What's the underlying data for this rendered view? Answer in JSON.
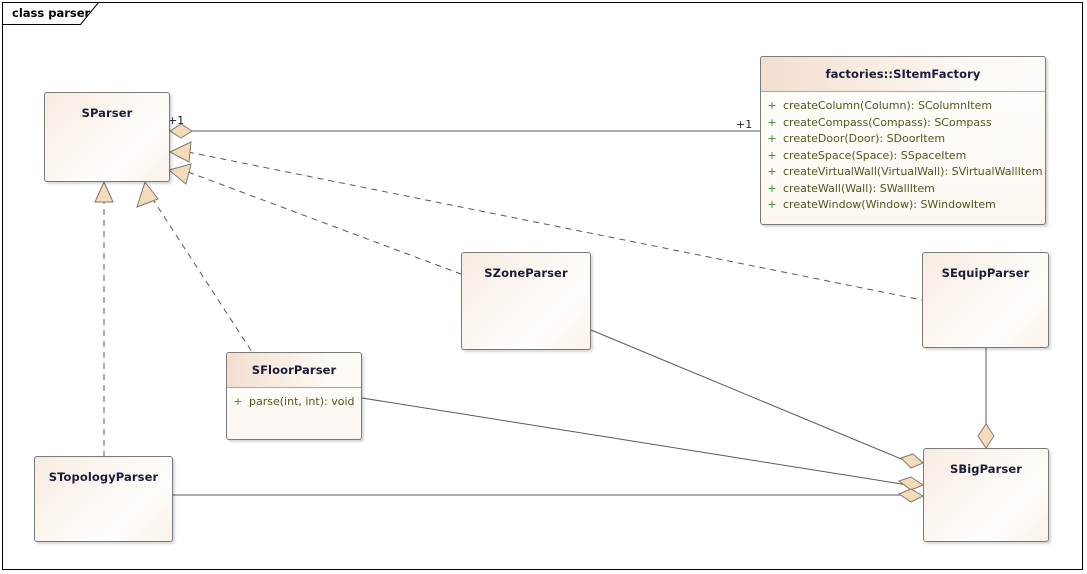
{
  "diagram": {
    "frame_label": "class parser",
    "colors": {
      "box_border": "#7a7a7a",
      "box_fill": "#fdf8f3",
      "header_fill": "#f3ded0",
      "title_text": "#1b1b3a",
      "operation_text": "#55551f",
      "visibility_text": "#2e8b2e",
      "edge_stroke": "#5a5a5a",
      "arrow_fill": "#f5dcb8",
      "frame_stroke": "#000000"
    }
  },
  "classes": {
    "sparser": {
      "name": "SParser",
      "operations": []
    },
    "szoneparser": {
      "name": "SZoneParser",
      "operations": []
    },
    "sequipparser": {
      "name": "SEquipParser",
      "operations": []
    },
    "sfloorparser": {
      "name": "SFloorParser",
      "operations": [
        {
          "visibility": "+",
          "signature": "parse(int, int): void"
        }
      ]
    },
    "stopologyparser": {
      "name": "STopologyParser",
      "operations": []
    },
    "sbigparser": {
      "name": "SBigParser",
      "operations": []
    },
    "sitemfactory": {
      "name": "factories::SItemFactory",
      "operations": [
        {
          "visibility": "+",
          "signature": "createColumn(Column): SColumnItem"
        },
        {
          "visibility": "+",
          "signature": "createCompass(Compass): SCompass"
        },
        {
          "visibility": "+",
          "signature": "createDoor(Door): SDoorItem"
        },
        {
          "visibility": "+",
          "signature": "createSpace(Space): SSpaceItem"
        },
        {
          "visibility": "+",
          "signature": "createVirtualWall(VirtualWall): SVirtualWallItem"
        },
        {
          "visibility": "+",
          "signature": "createWall(Wall): SWallItem"
        },
        {
          "visibility": "+",
          "signature": "createWindow(Window): SWindowItem"
        }
      ]
    }
  },
  "multiplicities": {
    "sparser_to_factory_source": "+1",
    "sparser_to_factory_target": "+1"
  },
  "relationships": [
    {
      "type": "aggregation",
      "source": "SParser",
      "target": "factories::SItemFactory",
      "source_multiplicity": "+1",
      "target_multiplicity": "+1"
    },
    {
      "type": "realization",
      "source": "SEquipParser",
      "target": "SParser"
    },
    {
      "type": "realization",
      "source": "SZoneParser",
      "target": "SParser"
    },
    {
      "type": "realization",
      "source": "SFloorParser",
      "target": "SParser"
    },
    {
      "type": "realization",
      "source": "STopologyParser",
      "target": "SParser"
    },
    {
      "type": "aggregation",
      "source": "SZoneParser",
      "target": "SBigParser"
    },
    {
      "type": "aggregation",
      "source": "SFloorParser",
      "target": "SBigParser"
    },
    {
      "type": "aggregation",
      "source": "STopologyParser",
      "target": "SBigParser"
    },
    {
      "type": "aggregation",
      "source": "SEquipParser",
      "target": "SBigParser"
    }
  ]
}
